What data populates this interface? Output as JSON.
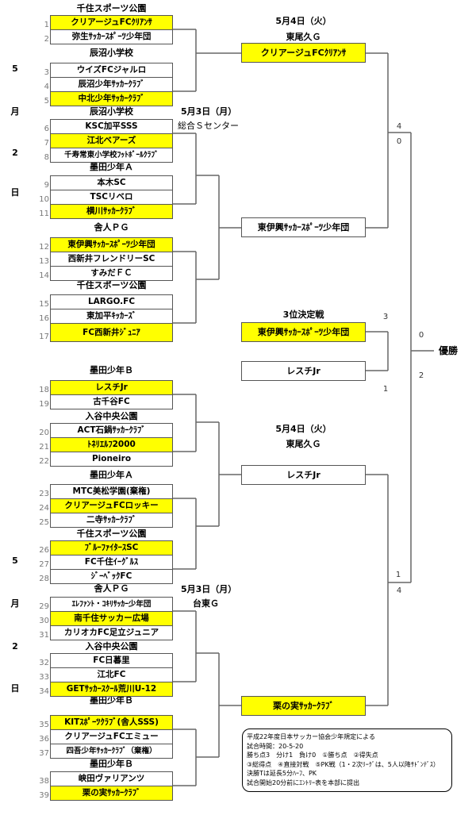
{
  "side_labels": {
    "upper": [
      "5",
      "月",
      "2",
      "日"
    ],
    "lower": [
      "5",
      "月",
      "2",
      "日"
    ]
  },
  "blocks": [
    {
      "venue": "千住スポーツ公園",
      "teams": [
        {
          "no": "1",
          "name": "クリアージュFCｸﾘｱﾝｻ",
          "advanced": true
        },
        {
          "no": "2",
          "name": "弥生ｻｯｶｰｽﾎﾟｰﾂ少年団",
          "advanced": false
        }
      ]
    },
    {
      "venue": "辰沼小学校",
      "teams": [
        {
          "no": "3",
          "name": "ウイズFCジャルロ",
          "advanced": false
        },
        {
          "no": "4",
          "name": "辰沼少年ｻｯｶｰｸﾗﾌﾞ",
          "advanced": false
        },
        {
          "no": "5",
          "name": "中北少年ｻｯｶｰｸﾗﾌﾞ",
          "advanced": true
        }
      ]
    },
    {
      "venue": "辰沼小学校",
      "teams": [
        {
          "no": "6",
          "name": "KSC加平SSS",
          "advanced": false
        },
        {
          "no": "7",
          "name": "江北ベアーズ",
          "advanced": true
        },
        {
          "no": "8",
          "name": "千寿常東小学校ﾌｯﾄﾎﾞｰﾙｸﾗﾌﾞ",
          "advanced": false
        }
      ]
    },
    {
      "venue": "墨田少年Ａ",
      "teams": [
        {
          "no": "9",
          "name": "本木SC",
          "advanced": false
        },
        {
          "no": "10",
          "name": "TSCリベロ",
          "advanced": false
        },
        {
          "no": "11",
          "name": "横川ｻｯｶｰｸﾗﾌﾞ",
          "advanced": true
        }
      ]
    },
    {
      "venue": "舎人ＰＧ",
      "teams": [
        {
          "no": "12",
          "name": "東伊興ｻｯｶｰｽﾎﾟｰﾂ少年団",
          "advanced": true
        },
        {
          "no": "13",
          "name": "西新井フレンドリーSC",
          "advanced": false
        },
        {
          "no": "14",
          "name": "すみだＦＣ",
          "advanced": false
        }
      ]
    },
    {
      "venue": "千住スポーツ公園",
      "teams": [
        {
          "no": "15",
          "name": "LARGO.FC",
          "advanced": false
        },
        {
          "no": "16",
          "name": "東加平ｷｯｶｰｽﾞ",
          "advanced": false
        },
        {
          "no": "17",
          "name": "FC西新井ｼﾞｭﾆｱ",
          "advanced": true
        }
      ]
    },
    {
      "venue": "墨田少年Ｂ",
      "teams": [
        {
          "no": "18",
          "name": "レスチJr",
          "advanced": true
        },
        {
          "no": "19",
          "name": "古千谷FC",
          "advanced": false
        }
      ]
    },
    {
      "venue": "入谷中央公園",
      "teams": [
        {
          "no": "20",
          "name": "ACT石鍋ｻｯｶｰｸﾗﾌﾞ",
          "advanced": false
        },
        {
          "no": "21",
          "name": "ﾄﾈﾘｴﾙﾌ2000",
          "advanced": true
        },
        {
          "no": "22",
          "name": "Pioneiro",
          "advanced": false
        }
      ]
    },
    {
      "venue": "墨田少年Ａ",
      "teams": [
        {
          "no": "23",
          "name": "MTC美松学園(棄権)",
          "advanced": false
        },
        {
          "no": "24",
          "name": "クリアージュFCロッキー",
          "advanced": true
        },
        {
          "no": "25",
          "name": "二寺ｻｯｶｰｸﾗﾌﾞ",
          "advanced": false
        }
      ]
    },
    {
      "venue": "千住スポーツ公園",
      "teams": [
        {
          "no": "26",
          "name": "ﾌﾞﾙｰﾌｧｲﾀｰｽSC",
          "advanced": true
        },
        {
          "no": "27",
          "name": "FC千住ｲｰｸﾞﾙｽ",
          "advanced": false
        },
        {
          "no": "28",
          "name": "ｼﾞｰﾍﾞｯｸFC",
          "advanced": false
        }
      ]
    },
    {
      "venue": "舎人ＰＧ",
      "teams": [
        {
          "no": "29",
          "name": "ｴﾚﾌｧﾝﾄ・ｺｷﾘｻｯｶｰ少年団",
          "advanced": false
        },
        {
          "no": "30",
          "name": "南千住サッカー広場",
          "advanced": true
        },
        {
          "no": "31",
          "name": "カリオカFC足立ジュニア",
          "advanced": false
        }
      ]
    },
    {
      "venue": "入谷中央公園",
      "teams": [
        {
          "no": "32",
          "name": "FC日暮里",
          "advanced": false
        },
        {
          "no": "33",
          "name": "江北FC",
          "advanced": false
        },
        {
          "no": "34",
          "name": "GETｻｯｶｰｽｸｰﾙ荒川U-12",
          "advanced": true
        }
      ]
    },
    {
      "venue": "墨田少年Ｂ",
      "teams": [
        {
          "no": "35",
          "name": "KITｽﾎﾟｰﾂｸﾗﾌﾞ(舎人SSS)",
          "advanced": true
        },
        {
          "no": "36",
          "name": "クリアージュFCエミュー",
          "advanced": false
        },
        {
          "no": "37",
          "name": "四吾少年ｻｯｶｰｸﾗﾌﾞ（棄権）",
          "advanced": false
        }
      ]
    },
    {
      "venue": "墨田少年Ｂ",
      "teams": [
        {
          "no": "38",
          "name": "峡田ヴァリアンツ",
          "advanced": false
        },
        {
          "no": "39",
          "name": "栗の実ｻｯｶｰｸﾗﾌﾞ",
          "advanced": true
        }
      ]
    }
  ],
  "upper": {
    "day1_date": "5月3日（月）",
    "day1_venue": "総合Ｓセンター",
    "day2_date": "5月4日（火）",
    "day2_venue": "東尾久Ｇ",
    "semi_teams": [
      {
        "name": "クリアージュFCｸﾘｱﾝｻ",
        "advanced": true
      },
      {
        "name": "東伊興ｻｯｶｰｽﾎﾟｰﾂ少年団",
        "advanced": false
      }
    ],
    "semi_scores": [
      "4",
      "0"
    ]
  },
  "lower": {
    "day1_date": "5月3日（月）",
    "day1_venue": "台東Ｇ",
    "day2_date": "5月4日（火）",
    "day2_venue": "東尾久Ｇ",
    "semi_teams": [
      {
        "name": "レスチJr",
        "advanced": false
      },
      {
        "name": "栗の実ｻｯｶｰｸﾗﾌﾞ",
        "advanced": true
      }
    ],
    "semi_scores": [
      "1",
      "4"
    ]
  },
  "third_place": {
    "label": "3位決定戦",
    "teams": [
      {
        "name": "東伊興ｻｯｶｰｽﾎﾟｰﾂ少年団",
        "advanced": true,
        "score": "3"
      },
      {
        "name": "レスチJr",
        "advanced": false,
        "score": "1"
      }
    ]
  },
  "final": {
    "label": "優勝",
    "scores": [
      "0",
      "2"
    ]
  },
  "colors": {
    "advanced_highlight": "#FFFF00",
    "line": "#666666"
  },
  "notes": [
    "平成22年度日本サッカー協会少年規定による",
    "試合時間：20-5-20",
    "勝ち点3　分け1　負け0　①勝ち点　②得失点",
    "③総得点　④直接対戦　⑤PK戦（1・2次ﾘｰｸﾞは、5人以降ｻﾄﾞﾝﾃﾞｽ）",
    "決勝Tは延長5分ﾊｰﾌ、PK",
    "試合開始20分前にｴﾝﾄﾘｰ表を本部に提出"
  ]
}
